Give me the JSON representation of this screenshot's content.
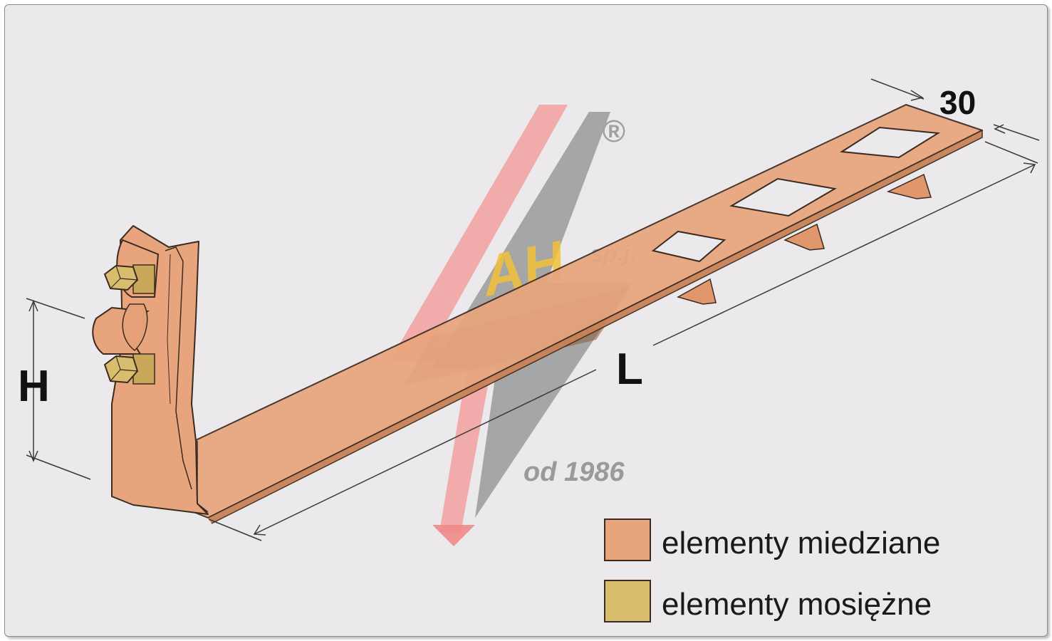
{
  "colors": {
    "background": "#ebe9eb",
    "copper": "#e8a57d",
    "copper_dark": "#c98256",
    "brass": "#d9bd6e",
    "brass_dark": "#a88a3e",
    "outline": "#3a2a20",
    "watermark_red": "#f2a0a0",
    "watermark_gray": "#9a9a9a",
    "watermark_yellow": "#f3c23a",
    "watermark_brown": "#8a5a3a"
  },
  "dimensions": {
    "height_label": "H",
    "length_label": "L",
    "width_label": "30"
  },
  "watermark": {
    "registered_mark": "®",
    "logo_letters": "AH",
    "company_suffix": "sp.j.",
    "since_text": "od 1986"
  },
  "legend": {
    "items": [
      {
        "label": "elementy miedziane",
        "color": "#e8a57d"
      },
      {
        "label": "elementy mosiężne",
        "color": "#d9bd6e"
      }
    ]
  },
  "icons": [
    "registered-trademark-icon",
    "lightning-bolt-logo-icon"
  ]
}
